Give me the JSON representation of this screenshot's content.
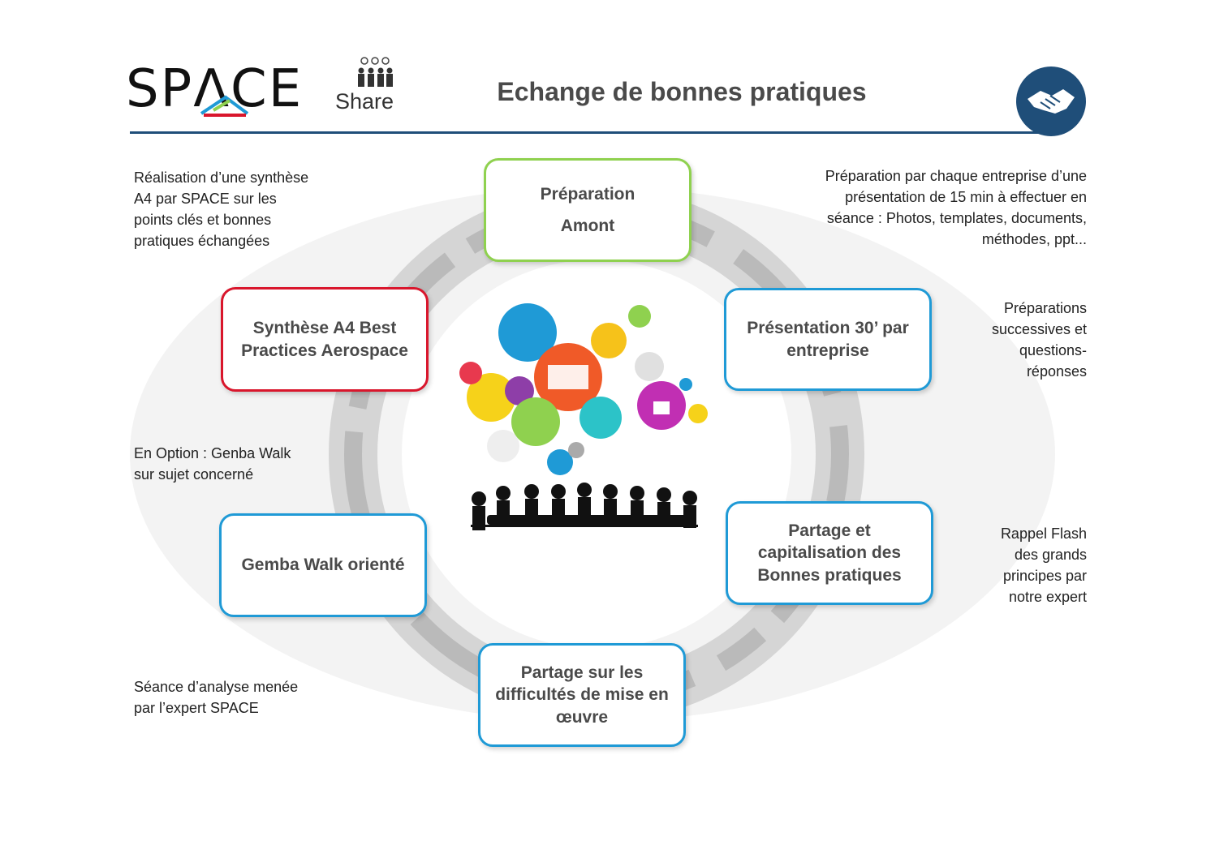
{
  "header": {
    "logo_main": "SPΛCE",
    "logo_share": "Share",
    "title": "Echange de bonnes pratiques"
  },
  "boxes": {
    "preparation": [
      "Préparation",
      "Amont"
    ],
    "presentation": [
      "Présentation 30’ par",
      "entreprise"
    ],
    "partage_capitalisation": [
      "Partage et",
      "capitalisation des",
      "Bonnes pratiques"
    ],
    "partage_difficultes": [
      "Partage sur les",
      "difficultés de mise en",
      "œuvre"
    ],
    "gemba": [
      "Gemba Walk orienté"
    ],
    "synthese": [
      "Synthèse A4 Best",
      "Practices Aerospace"
    ]
  },
  "notes": {
    "top_left": [
      "Réalisation d’une synthèse",
      "A4 par SPACE sur les",
      "points clés et bonnes",
      "pratiques échangées"
    ],
    "top_right": [
      "Préparation par chaque entreprise d’une",
      "présentation de 15 min à effectuer en",
      "séance : Photos, templates, documents,",
      "méthodes, ppt..."
    ],
    "mid_right": [
      "Préparations",
      "successives et",
      "questions-",
      "réponses"
    ],
    "mid_left": [
      "En Option : Genba Walk",
      "sur sujet concerné"
    ],
    "low_right": [
      "Rappel Flash",
      "des grands",
      "principes par",
      "notre expert"
    ],
    "bottom_left": [
      "Séance d’analyse menée",
      "par l’expert SPACE"
    ]
  },
  "colors": {
    "green_border": "#8fd14f",
    "red_border": "#d9162c",
    "blue_border": "#1f9ad6",
    "navy": "#1f4e79"
  },
  "icons": [
    "people-gears-icon",
    "handshake-icon",
    "social-media-cloud-icon",
    "meeting-silhouettes-icon"
  ]
}
